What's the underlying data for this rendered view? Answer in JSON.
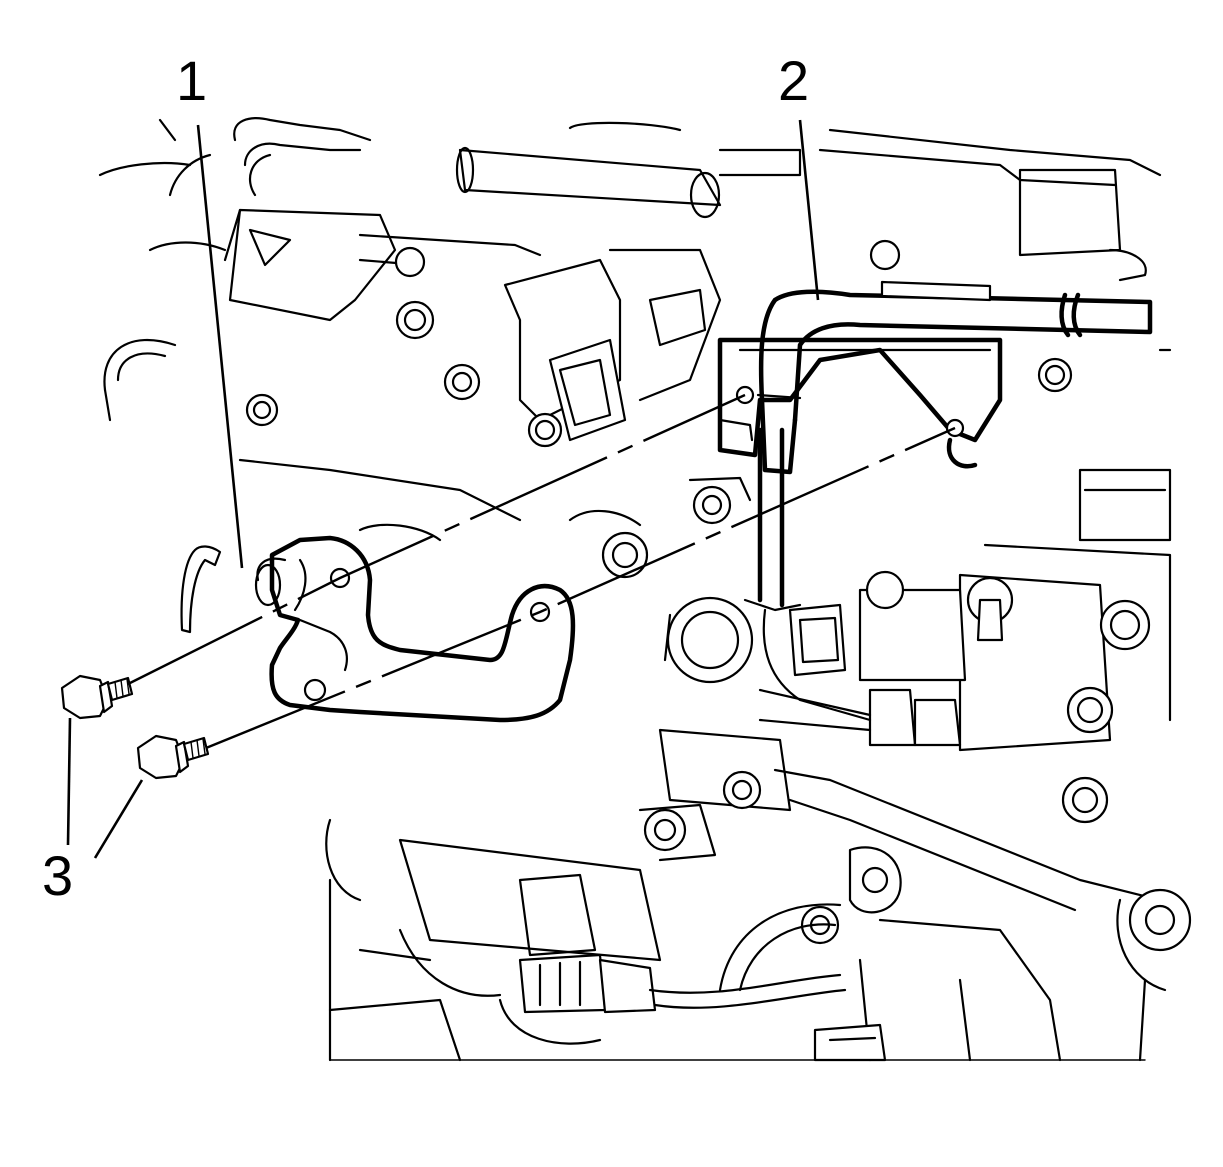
{
  "callouts": {
    "c1": "1",
    "c2": "2",
    "c3": "3"
  },
  "colors": {
    "line": "#000000",
    "background": "#ffffff"
  },
  "icons": [
    "bracket-part",
    "pipe-part",
    "bolt-icon"
  ]
}
